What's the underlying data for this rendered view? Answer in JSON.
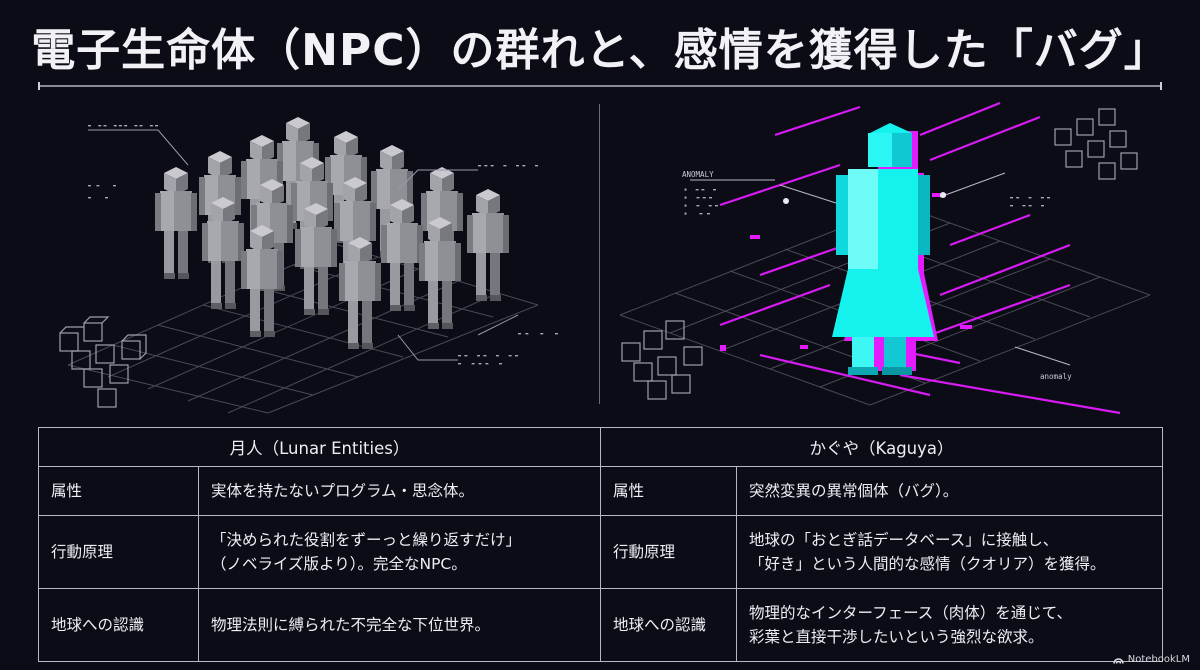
{
  "title": "電子生命体（NPC）の群れと、感情を獲得した「バグ」",
  "illustration_right": {
    "label_top": "ANOMALY",
    "label_bottom": "anomaly"
  },
  "table": {
    "headers": [
      "",
      "月人（Lunar Entities）",
      "",
      "かぐや（Kaguya）"
    ],
    "rows": [
      {
        "left_label": "属性",
        "left_value": [
          "実体を持たないプログラム・思念体。"
        ],
        "right_label": "属性",
        "right_value": [
          "突然変異の異常個体（バグ）。"
        ]
      },
      {
        "left_label": "行動原理",
        "left_value": [
          "「決められた役割をずーっと繰り返すだけ」",
          "（ノベライズ版より）。完全なNPC。"
        ],
        "right_label": "行動原理",
        "right_value": [
          "地球の「おとぎ話データベース」に接触し、",
          "「好き」という人間的な感情（クオリア）を獲得。"
        ]
      },
      {
        "left_label": "地球への認識",
        "left_value": [
          "物理法則に縛られた不完全な下位世界。"
        ],
        "right_label": "地球への認識",
        "right_value": [
          "物理的なインターフェース（肉体）を通じて、",
          "彩葉と直接干渉したいという強烈な欲求。"
        ]
      }
    ]
  },
  "brand": "NotebookLM",
  "colors": {
    "background": "#0b0c16",
    "npc_gray": "#8c8c92",
    "cyan": "#15f2ee",
    "magenta": "#e21cff",
    "grid": "#5f5f6a"
  }
}
